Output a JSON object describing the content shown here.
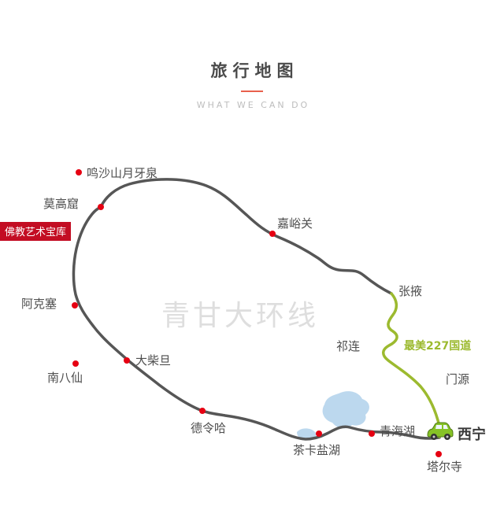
{
  "header": {
    "title": "旅行地图",
    "subtitle": "WHAT WE CAN DO"
  },
  "map": {
    "watermark": "青甘大环线",
    "badge": "佛教艺术宝库",
    "green_route_label": "最美227国道",
    "locations": {
      "mingsha": "鸣沙山月牙泉",
      "mogao": "莫高窟",
      "jiayuguan": "嘉峪关",
      "zhangye": "张掖",
      "qilian": "祁连",
      "menyuan": "门源",
      "akesai": "阿克塞",
      "dachaidan": "大柴旦",
      "nanbaxian": "南八仙",
      "delingha": "德令哈",
      "chaka": "茶卡盐湖",
      "qinghaihu": "青海湖",
      "xining": "西宁",
      "taersi": "塔尔寺"
    },
    "colors": {
      "route": "#565656",
      "green_route": "#9cba2f",
      "dot": "#e60012",
      "lake": "#bcd8ee",
      "badge_bg": "#c30d23",
      "accent": "#e8604c",
      "car_body": "#86c226"
    }
  }
}
